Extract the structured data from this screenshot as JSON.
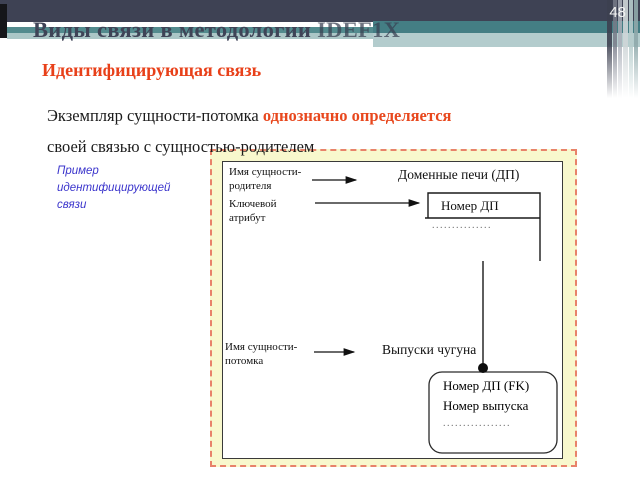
{
  "page": {
    "number": "48"
  },
  "header": {
    "title_plain": "Виды связи в методологии ",
    "title_highlight": "IDEF1X"
  },
  "subtitle": "Идентифицирующая связь",
  "body": {
    "line1_plain": "Экземпляр сущности-потомка ",
    "line1_highlight": "однозначно определяется",
    "line2": "своей связью с сущностью-родителем"
  },
  "caption": {
    "lines": [
      "Пример",
      "идентифицирующей",
      "связи"
    ]
  },
  "diagram": {
    "labels": {
      "parent_name": [
        "Имя сущности-",
        "родителя"
      ],
      "key_attr": [
        "Ключевой",
        "атрибут"
      ],
      "child_name": [
        "Имя сущности-",
        "потомка"
      ]
    },
    "parent_entity": {
      "name": "Доменные печи (ДП)",
      "key_attribute": "Номер ДП",
      "other_attributes_dots": "..............."
    },
    "child_entity": {
      "name": "Выпуски чугуна",
      "key_attributes": [
        "Номер ДП (FK)",
        "Номер выпуска"
      ],
      "other_attributes_dots": "................."
    },
    "colors": {
      "panel_fill": "#f8f8cd",
      "panel_border": "#e8826a",
      "line": "#1a1a1a"
    }
  },
  "theme_colors": {
    "top_bar": "#3e4254",
    "teal_accent": "#447e84",
    "teal_light": "#abc7c7",
    "title_text": "#3f4457",
    "subtitle_red": "#e84019",
    "caption_blue": "#3b35cc"
  }
}
